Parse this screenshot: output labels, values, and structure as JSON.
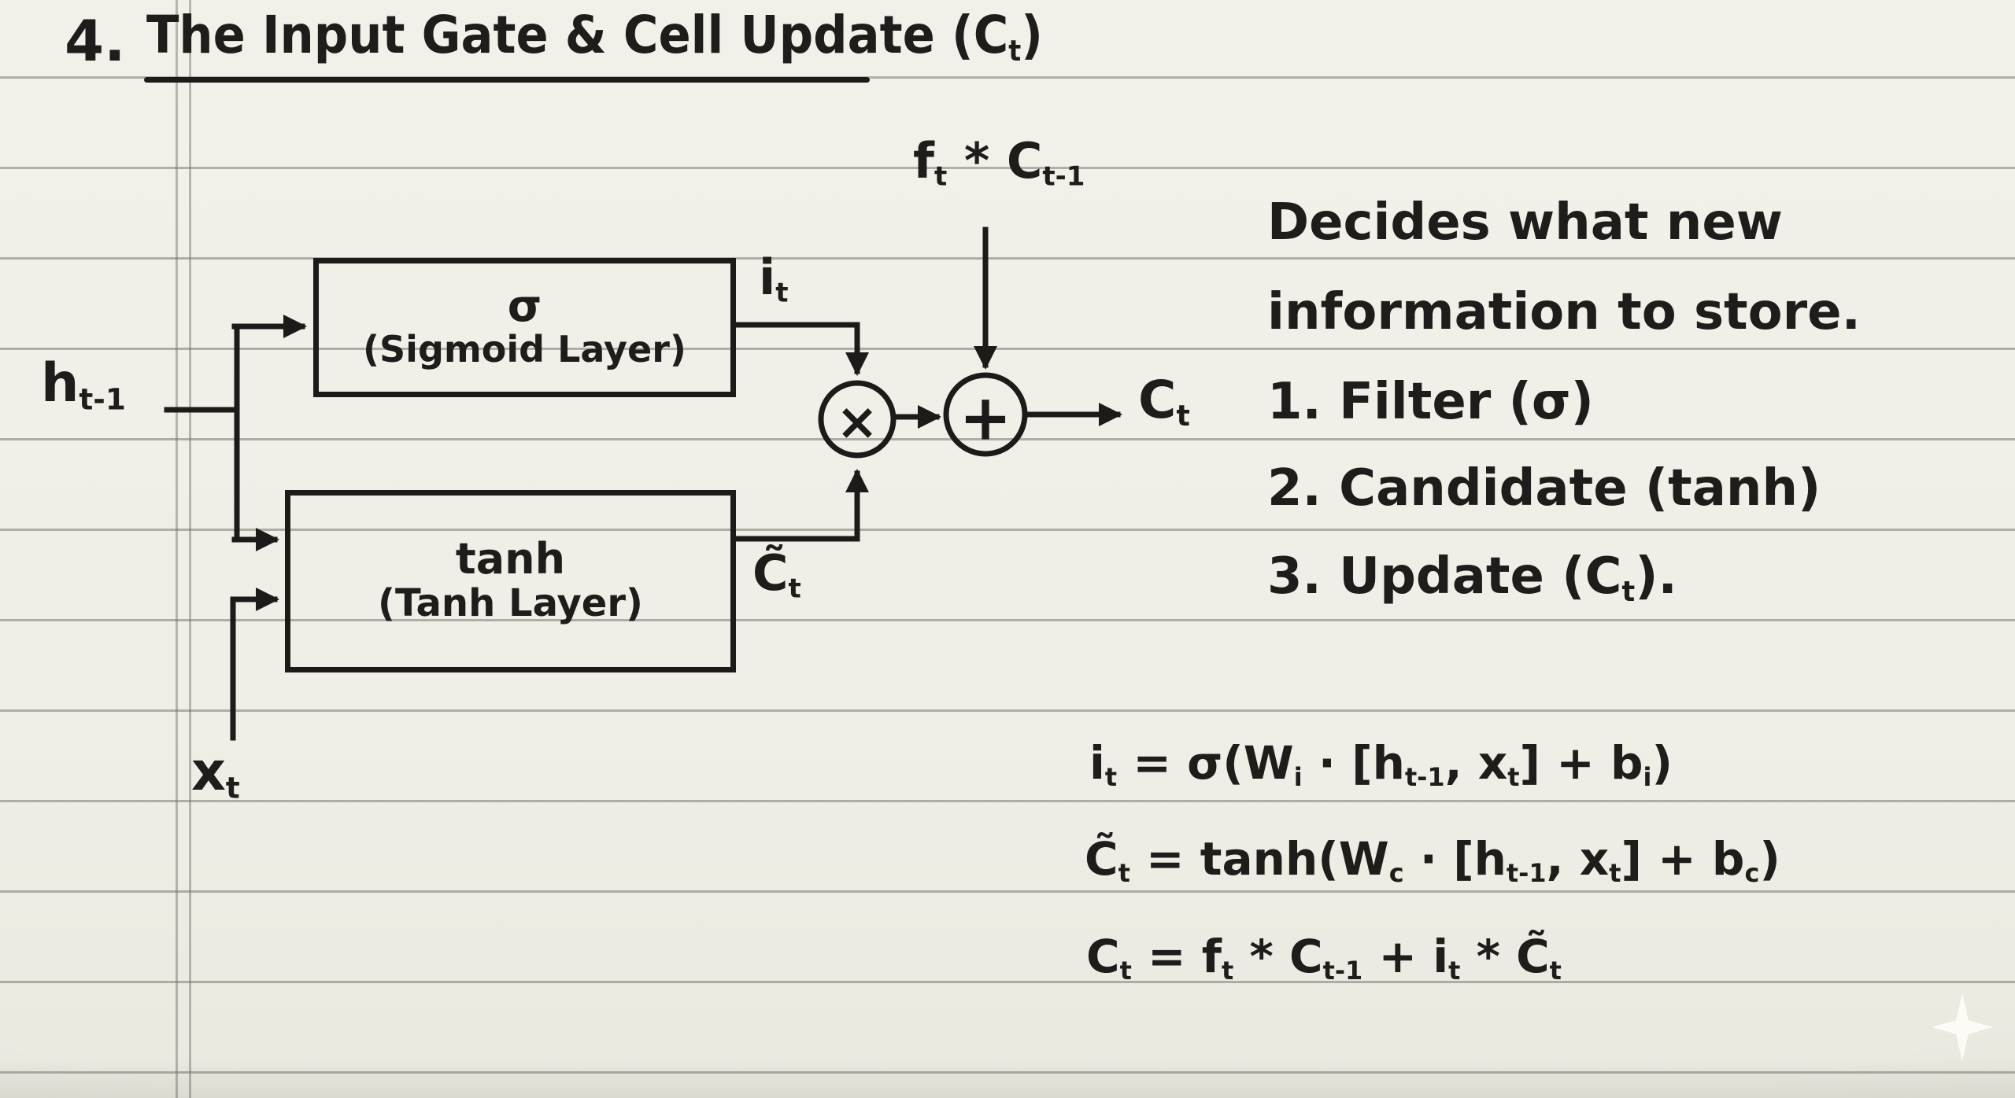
{
  "colors": {
    "paper": "#f0eee6",
    "ink": "#1e1d1b",
    "rule_line": "#6e6c66",
    "sparkle": "#fcfbf5"
  },
  "header": {
    "number": "4.",
    "title": [
      {
        "t": "The Input Gate & Cell Update (C"
      },
      {
        "sub": "t"
      },
      {
        "t": ")"
      }
    ]
  },
  "diagram": {
    "sigmoid_box": {
      "symbol": "σ",
      "label": "(Sigmoid Layer)"
    },
    "tanh_box": {
      "symbol": "tanh",
      "label": "(Tanh Layer)"
    },
    "labels": {
      "h_prev": [
        {
          "t": "h"
        },
        {
          "sub": "t-1"
        }
      ],
      "x_t": [
        {
          "t": "x"
        },
        {
          "sub": "t"
        }
      ],
      "i_t": [
        {
          "t": "i"
        },
        {
          "sub": "t"
        }
      ],
      "c_tilde": [
        {
          "t": "C̃"
        },
        {
          "sub": "t"
        }
      ],
      "f_times_c_prev": [
        {
          "t": "f"
        },
        {
          "sub": "t"
        },
        {
          "t": " * C"
        },
        {
          "sub": "t-1"
        }
      ],
      "c_t": [
        {
          "t": "C"
        },
        {
          "sub": "t"
        }
      ]
    },
    "nodes": {
      "multiply": "×",
      "add": "+"
    }
  },
  "notes": {
    "line1": "Decides what new",
    "line2": "information to store.",
    "item1": "1. Filter (σ)",
    "item2": "2. Candidate (tanh)",
    "item3": [
      {
        "t": "3. Update (C"
      },
      {
        "sub": "t"
      },
      {
        "t": ")."
      }
    ]
  },
  "equations": {
    "input_gate": [
      {
        "t": "i"
      },
      {
        "sub": "t"
      },
      {
        "t": " = σ(W"
      },
      {
        "sub": "i"
      },
      {
        "t": " · [h"
      },
      {
        "sub": "t-1"
      },
      {
        "t": ", x"
      },
      {
        "sub": "t"
      },
      {
        "t": "] + b"
      },
      {
        "sub": "i"
      },
      {
        "t": ")"
      }
    ],
    "candidate": [
      {
        "t": "C̃"
      },
      {
        "sub": "t"
      },
      {
        "t": " = tanh(W"
      },
      {
        "sub": "c"
      },
      {
        "t": " · [h"
      },
      {
        "sub": "t-1"
      },
      {
        "t": ", x"
      },
      {
        "sub": "t"
      },
      {
        "t": "] + b"
      },
      {
        "sub": "c"
      },
      {
        "t": ")"
      }
    ],
    "cell_update": [
      {
        "t": "C"
      },
      {
        "sub": "t"
      },
      {
        "t": " = f"
      },
      {
        "sub": "t"
      },
      {
        "t": " * C"
      },
      {
        "sub": "t-1"
      },
      {
        "t": " + i"
      },
      {
        "sub": "t"
      },
      {
        "t": " * C̃"
      },
      {
        "sub": "t"
      }
    ]
  },
  "watermark": {
    "icon": "sparkle"
  }
}
